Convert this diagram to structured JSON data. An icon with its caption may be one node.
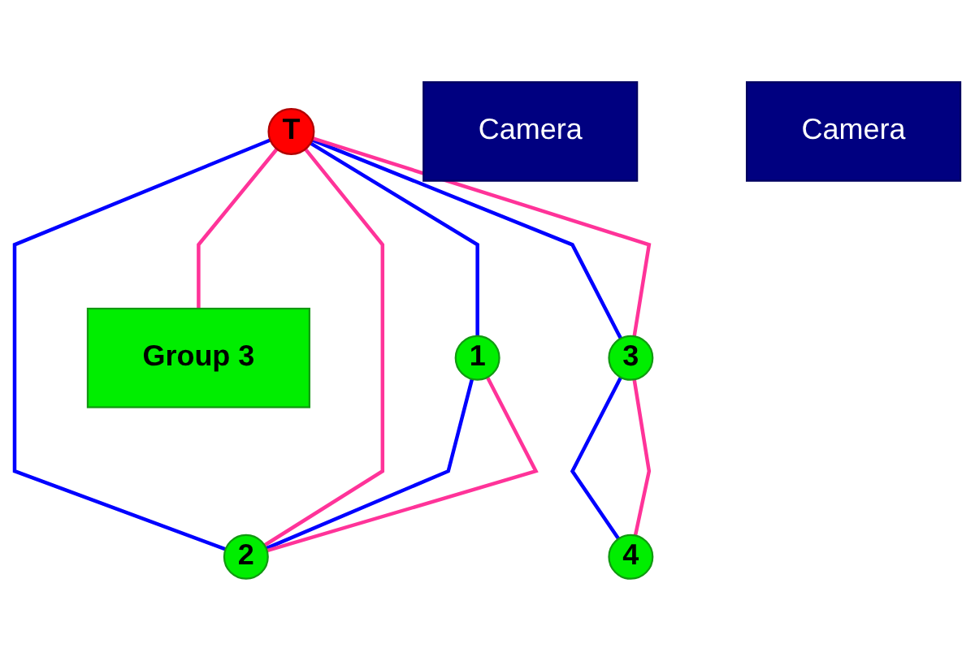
{
  "diagram": {
    "nodes": [
      {
        "text": [
          "Camera"
        ]
      },
      {
        "text": [
          "T"
        ]
      },
      {
        "text": [
          "Camera"
        ]
      },
      {
        "text": [
          "1"
        ]
      },
      {
        "text": [
          "Group 3"
        ]
      },
      {
        "text": [
          "4"
        ]
      },
      {
        "text": [
          "2"
        ]
      },
      {
        "text": [
          "3"
        ]
      }
    ],
    "edges": [
      {
        "from": 1,
        "to": 3,
        "arrow": "none",
        "color": "#0000ff"
      },
      {
        "from": 1,
        "to": 6,
        "arrow": "none",
        "color": "#0000ff"
      },
      {
        "from": 1,
        "to": 6,
        "arrow": "none",
        "color": "#ff3399"
      },
      {
        "from": 1,
        "to": 4,
        "arrow": "none",
        "color": "#ff3399"
      },
      {
        "from": 1,
        "to": 7,
        "arrow": "none",
        "color": "#0000ff"
      },
      {
        "from": 1,
        "to": 7,
        "arrow": "none",
        "color": "#ff3399"
      },
      {
        "from": 3,
        "to": 6,
        "arrow": "none",
        "color": "#0000ff"
      },
      {
        "from": 3,
        "to": 6,
        "arrow": "none",
        "color": "#ff3399"
      },
      {
        "from": 7,
        "to": 5,
        "arrow": "none",
        "color": "#0000ff"
      },
      {
        "from": 7,
        "to": 5,
        "arrow": "none",
        "color": "#ff3399"
      }
    ]
  }
}
